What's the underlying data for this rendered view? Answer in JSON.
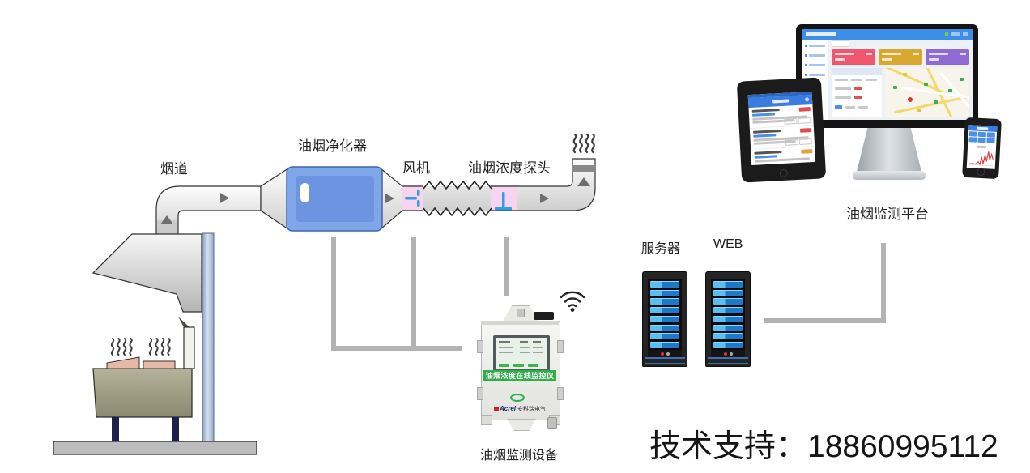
{
  "labels": {
    "flue": "烟道",
    "purifier": "油烟净化器",
    "fan": "风机",
    "probe": "油烟浓度探头",
    "device_caption": "油烟监测设备",
    "platform_caption": "油烟监测平台",
    "server": "服务器",
    "web": "WEB"
  },
  "device": {
    "banner": "油烟浓度在线监控仪",
    "brand": "Acrel",
    "brand_cn": "安科瑞电气"
  },
  "support": {
    "text": "技术支持：18860995112"
  },
  "icons": {
    "wifi": "wifi-icon",
    "steam": "steam-icon",
    "flow_arrow": "arrow-icon"
  },
  "colors": {
    "purifier_blue": "#7fa6e8",
    "highlight_pink": "#f8d3ee",
    "glyph_blue": "#2e9fe0",
    "banner_green": "#2fae4a",
    "connection_gray": "#b3b3b3",
    "server_bar_blue": "#1e79cb",
    "dashboard_header_blue": "#3d8ee9",
    "card_pink": "#f0566e",
    "card_gold": "#d9a62e",
    "card_purple": "#8f6ad5",
    "chart_red": "#e04040"
  }
}
